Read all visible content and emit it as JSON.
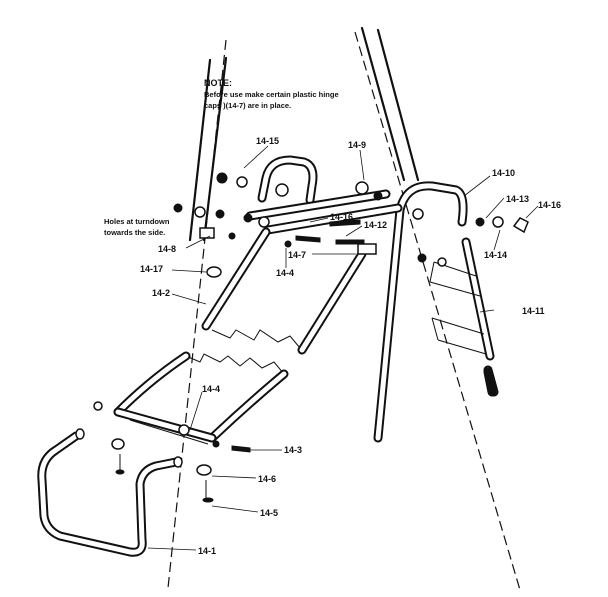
{
  "note": {
    "heading": "NOTE:",
    "line1": "Before use make certain plastic hinge",
    "line2": "caps )(14-7) are in place."
  },
  "side_note": {
    "line1": "Holes at turndown",
    "line2": "towards the side."
  },
  "callouts": {
    "c14_15": "14-15",
    "c14_9": "14-9",
    "c14_10": "14-10",
    "c14_13": "14-13",
    "c14_16a": "14-16",
    "c14_16b": "14-16",
    "c14_12": "14-12",
    "c14_14": "14-14",
    "c14_8": "14-8",
    "c14_7": "14-7",
    "c14_4a": "14-4",
    "c14_17": "14-17",
    "c14_2": "14-2",
    "c14_11": "14-11",
    "c14_4b": "14-4",
    "c14_3": "14-3",
    "c14_6": "14-6",
    "c14_5": "14-5",
    "c14_1": "14-1"
  }
}
